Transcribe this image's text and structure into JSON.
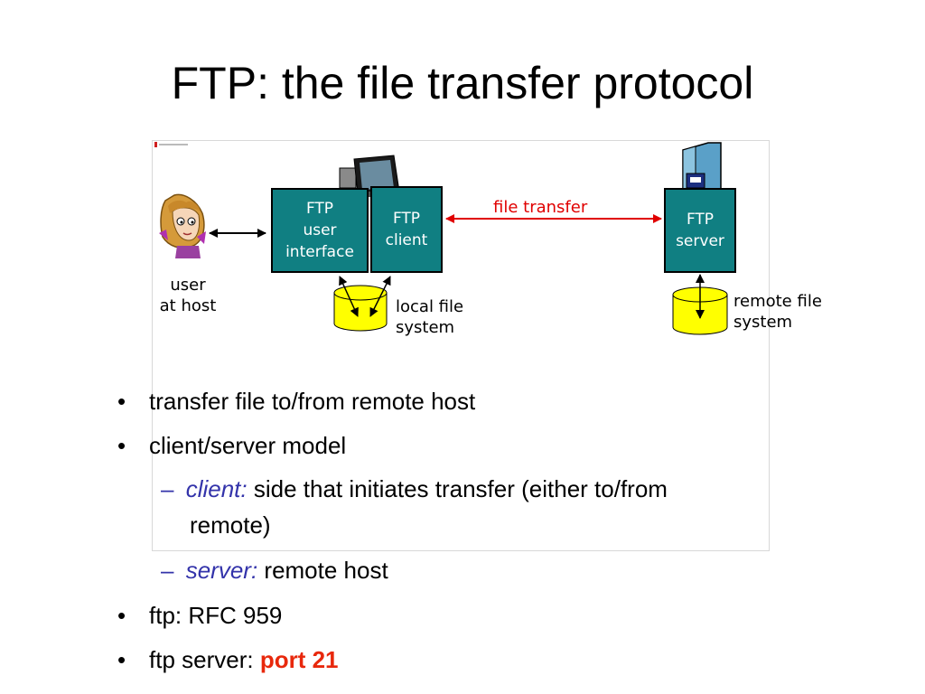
{
  "title": "FTP: the file transfer protocol",
  "diagram": {
    "user_label": [
      "user",
      "at host"
    ],
    "ftp_user_interface": [
      "FTP",
      "user",
      "interface"
    ],
    "ftp_client": [
      "FTP",
      "client"
    ],
    "ftp_server": [
      "FTP",
      "server"
    ],
    "file_transfer": "file transfer",
    "local_fs": [
      "local file",
      "system"
    ],
    "remote_fs": [
      "remote file",
      "system"
    ]
  },
  "bullets": {
    "b1": "transfer file to/from remote host",
    "b2": "client/server model",
    "b2a_em": "client:",
    "b2a_rest": "side that initiates transfer (either to/from",
    "b2a_cont": "remote)",
    "b2b_em": "server:",
    "b2b_rest": "remote host",
    "b3": "ftp: RFC 959",
    "b4_prefix": "ftp server:",
    "b4_port": "port 21",
    "bullet_glyph": "•",
    "dash_glyph": "–"
  },
  "colors": {
    "box": "#107f82",
    "accent_red": "#e00000",
    "emphasis": "#3333aa",
    "port": "#e8280c"
  }
}
